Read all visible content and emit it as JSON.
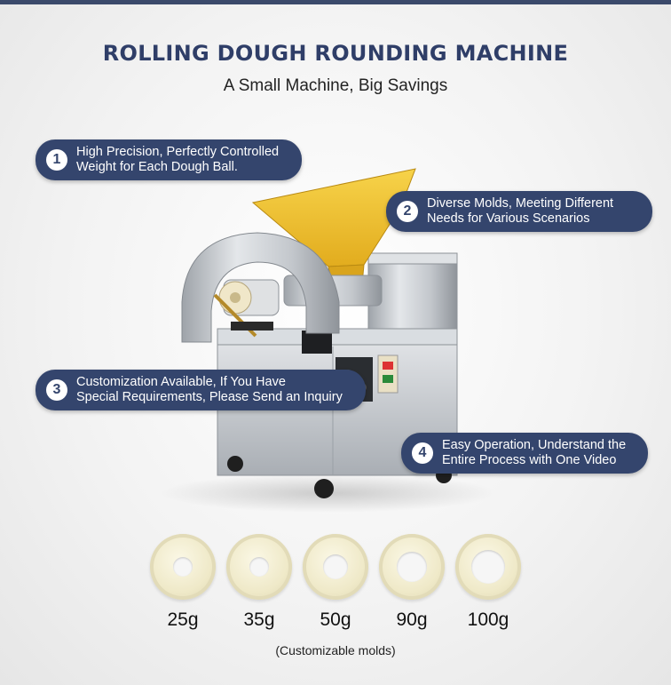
{
  "header": {
    "title": "ROLLING DOUGH ROUNDING MACHINE",
    "subtitle": "A Small Machine, Big Savings"
  },
  "features": [
    {
      "number": "1",
      "line1": "High Precision, Perfectly Controlled",
      "line2": "Weight for Each Dough Ball."
    },
    {
      "number": "2",
      "line1": "Diverse Molds, Meeting Different",
      "line2": "Needs for Various Scenarios"
    },
    {
      "number": "3",
      "line1": "Customization Available, If You Have",
      "line2": "Special Requirements, Please Send an Inquiry"
    },
    {
      "number": "4",
      "line1": "Easy Operation, Understand the",
      "line2": "Entire Process with One Video"
    }
  ],
  "molds": [
    {
      "label": "25g"
    },
    {
      "label": "35g"
    },
    {
      "label": "50g"
    },
    {
      "label": "90g"
    },
    {
      "label": "100g"
    }
  ],
  "caption": "(Customizable molds)",
  "colors": {
    "pill_bg": "#34456d",
    "title": "#2f3e68",
    "hopper": "#f2c230",
    "steel": "#c9cdd2"
  }
}
